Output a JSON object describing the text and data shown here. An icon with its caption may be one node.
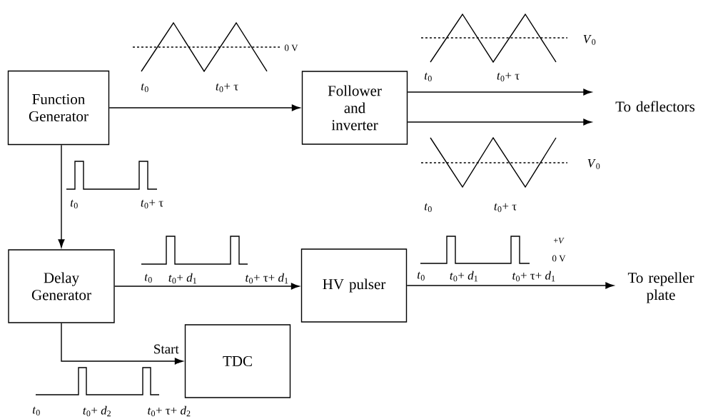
{
  "diagram": {
    "nodes": [
      {
        "text": [
          "Function Generator"
        ]
      },
      {
        "text": [
          "Follower and inverter"
        ]
      },
      {
        "text": [
          "To deflectors"
        ]
      },
      {
        "text": [
          "Delay Generator"
        ]
      },
      {
        "text": [
          "HV pulser"
        ]
      },
      {
        "text": [
          "To repeller plate"
        ]
      },
      {
        "text": [
          "TDC"
        ]
      }
    ],
    "edges": [
      {
        "from": 0,
        "to": 1,
        "arrow": "to"
      },
      {
        "from": 1,
        "to": 2,
        "arrow": "to"
      },
      {
        "from": 1,
        "to": 2,
        "arrow": "to"
      },
      {
        "from": 0,
        "to": 3,
        "arrow": "to"
      },
      {
        "from": 3,
        "to": 4,
        "arrow": "to"
      },
      {
        "from": 4,
        "to": 5,
        "arrow": "to"
      },
      {
        "from": 3,
        "to": 6,
        "arrow": "to",
        "label": "Start"
      }
    ],
    "labels": [
      "0 V",
      "*V*$_{0}$",
      "*t*$_{0}$",
      "*t*$_{0}$+ τ",
      "*t*$_{0}$",
      "*t*$_{0}$+ τ",
      "*V*$_{0}$",
      "*t*$_{0}$",
      "*t*$_{0}$+ τ",
      "*t*$_{0}$",
      "*t*$_{0}$+ τ",
      "+*V*",
      "0 V",
      "*t*$_{0}$",
      "*t*$_{0}$+ *d*$_{1}$",
      "*t*$_{0}$+ τ+ *d*$_{1}$",
      "*t*$_{0}$",
      "*t*$_{0}$+ *d*$_{1}$",
      "*t*$_{0}$+ τ+ *d*$_{1}$",
      "*t*$_{0}$",
      "*t*$_{0}$+ *d*$_{2}$",
      "*t*$_{0}$+ τ+ *d*$_{2}$"
    ]
  }
}
